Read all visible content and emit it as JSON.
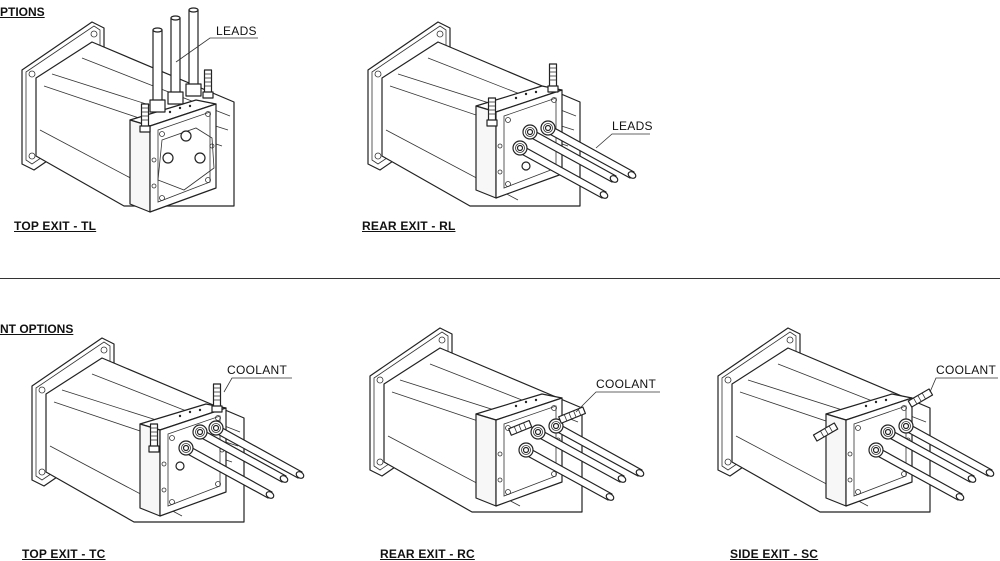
{
  "sections": {
    "top_title": "PTIONS",
    "bottom_title": "NT OPTIONS"
  },
  "views": [
    {
      "caption": "TOP EXIT - TL",
      "callout": "LEADS"
    },
    {
      "caption": "REAR EXIT - RL",
      "callout": "LEADS"
    },
    {
      "caption": "TOP EXIT - TC",
      "callout": "COOLANT"
    },
    {
      "caption": "REAR EXIT - RC",
      "callout": "COOLANT"
    },
    {
      "caption": "SIDE EXIT - SC",
      "callout": "COOLANT"
    }
  ]
}
